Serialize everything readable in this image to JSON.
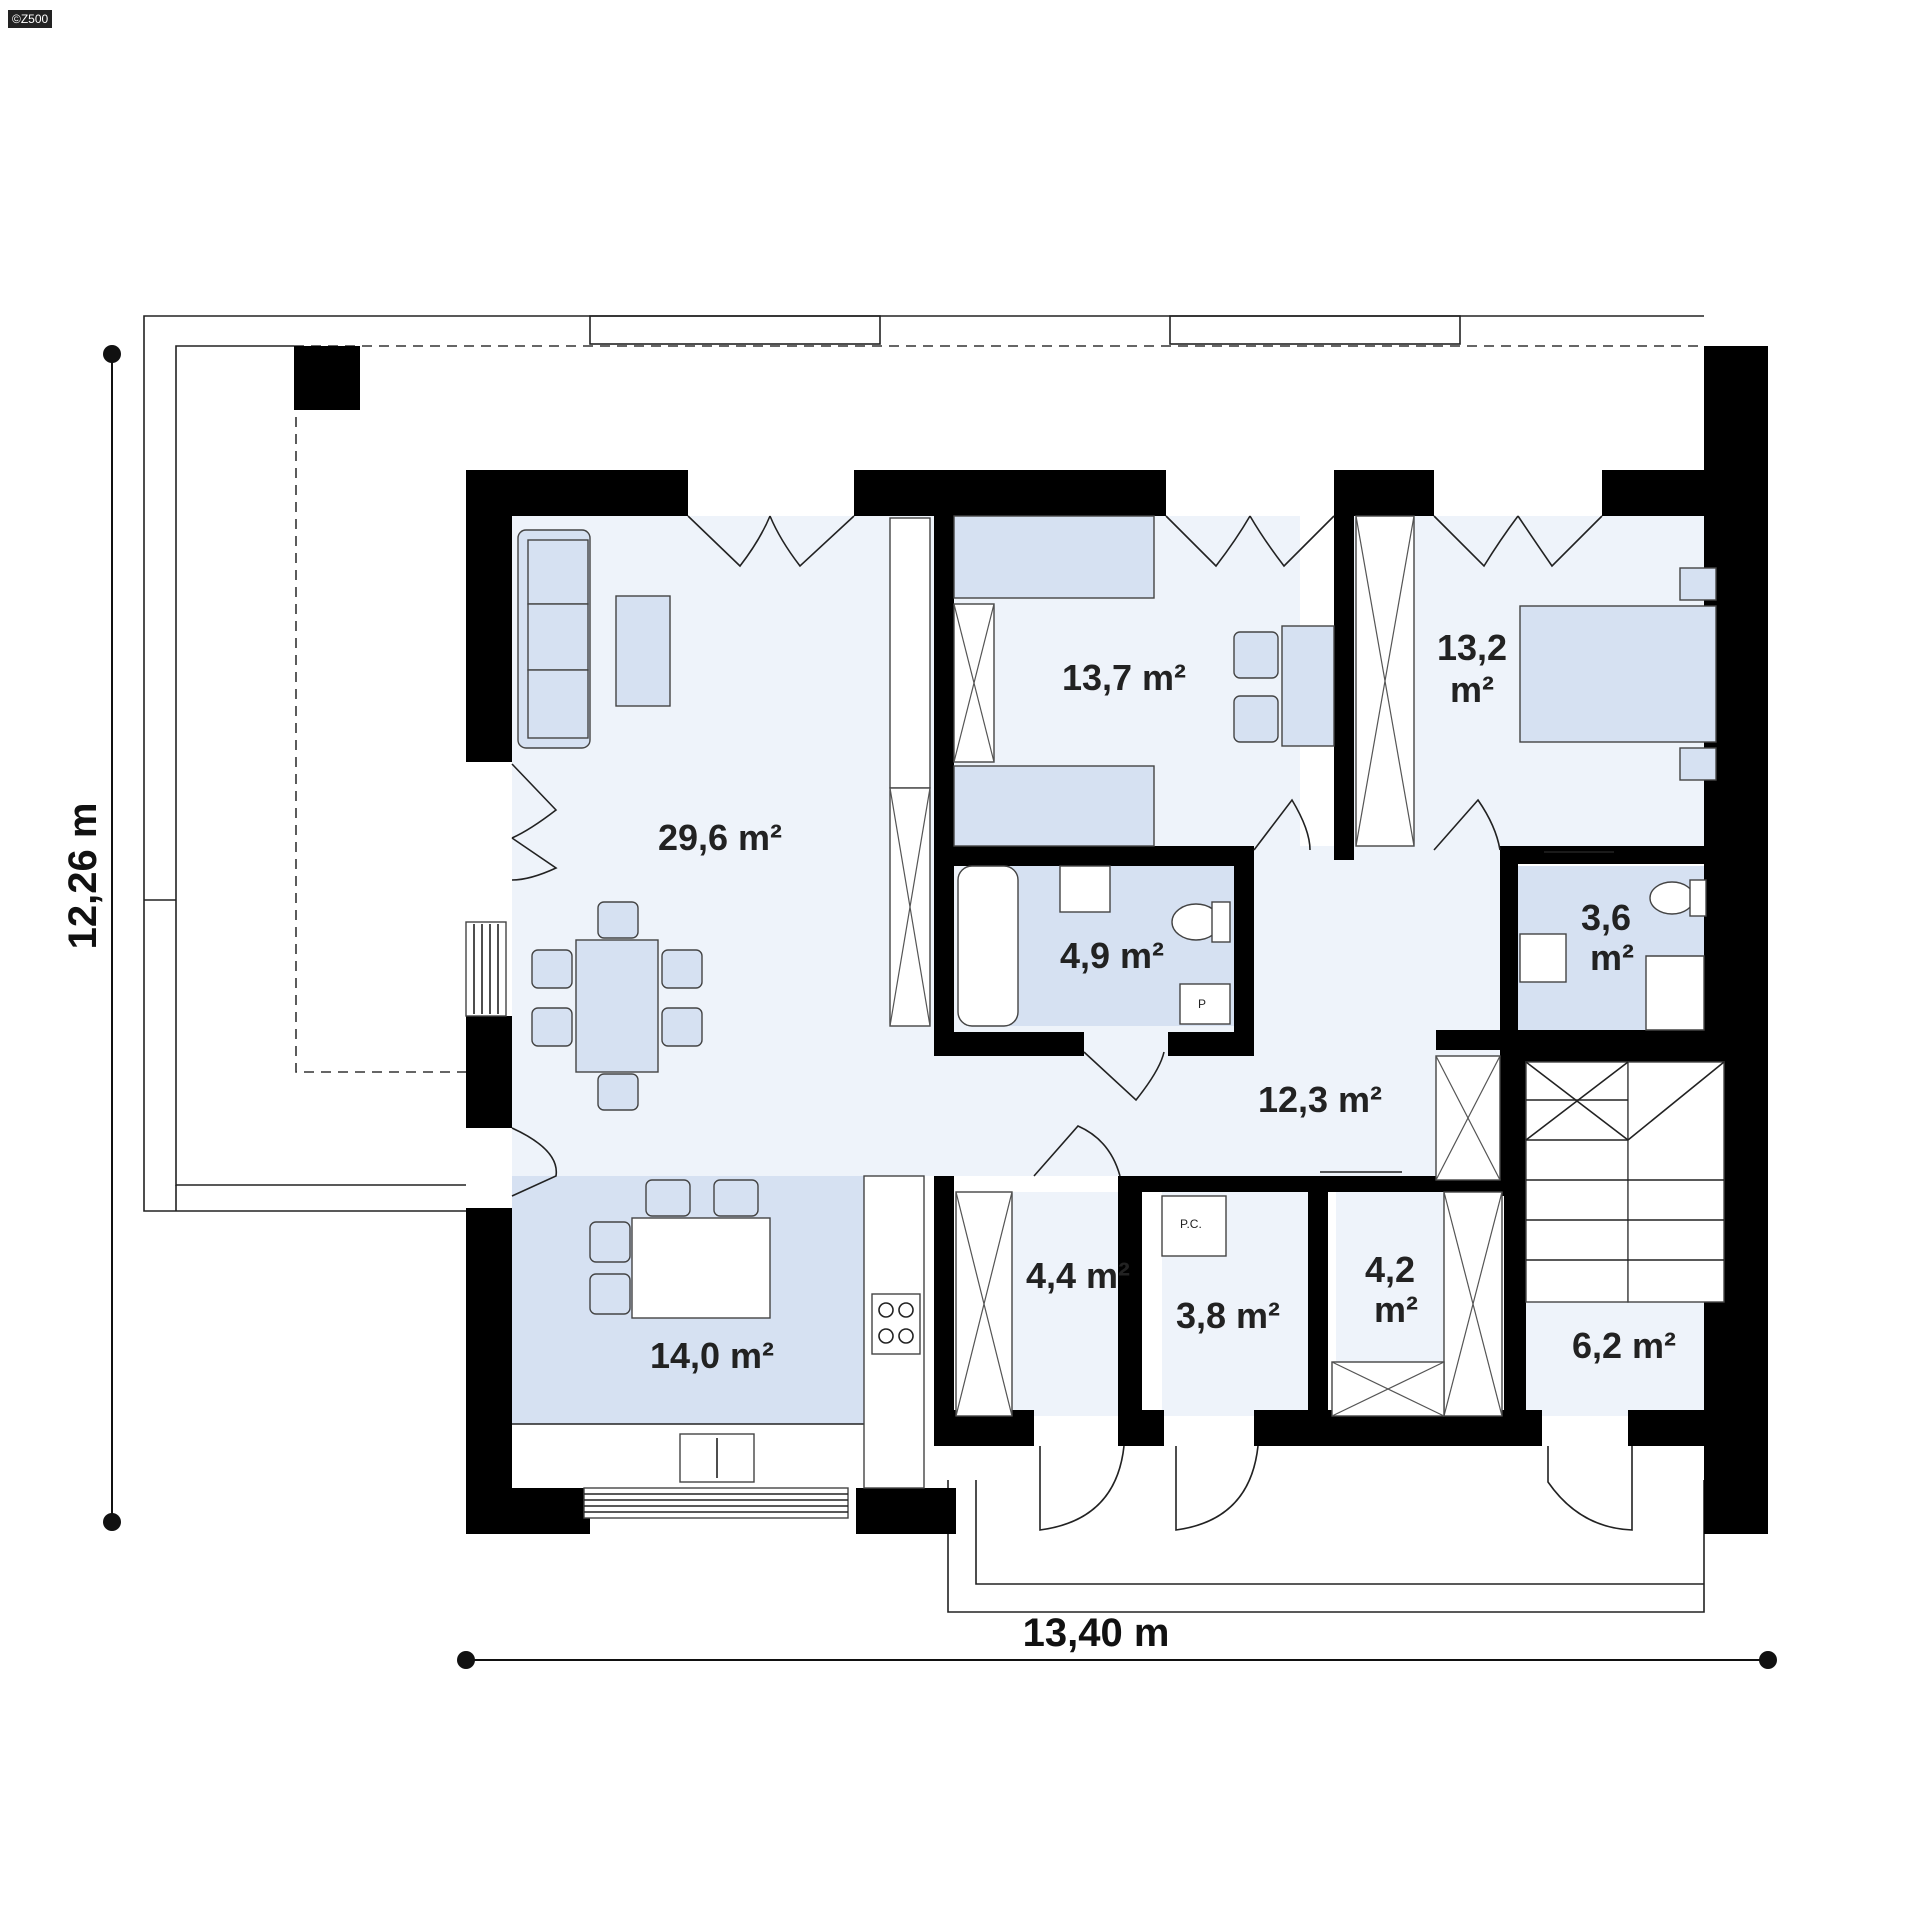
{
  "copyright": "©Z500",
  "dimensions": {
    "width_label": "13,40 m",
    "height_label": "12,26 m"
  },
  "rooms": [
    {
      "id": "living",
      "area_label": "29,6 m²"
    },
    {
      "id": "kitchen",
      "area_label": "14,0 m²"
    },
    {
      "id": "bedroom-1",
      "area_label": "13,7 m²"
    },
    {
      "id": "bedroom-2",
      "area_label_line1": "13,2",
      "area_label_line2": "m²"
    },
    {
      "id": "bathroom",
      "area_label": "4,9 m²"
    },
    {
      "id": "shower-room",
      "area_label_line1": "3,6",
      "area_label_line2": "m²"
    },
    {
      "id": "hall",
      "area_label": "12,3 m²"
    },
    {
      "id": "storage-1",
      "area_label": "4,4 m²"
    },
    {
      "id": "boiler-room",
      "area_label": "3,8 m²"
    },
    {
      "id": "storage-2",
      "area_label_line1": "4,2",
      "area_label_line2": "m²"
    },
    {
      "id": "stairs-room",
      "area_label": "6,2 m²"
    }
  ],
  "fixture_labels": {
    "boiler": "P.C.",
    "box": "P"
  },
  "colors": {
    "wall": "#000000",
    "floor_light": "#eef3fa",
    "kitchen_floor": "#d6e1f2",
    "furniture": "#d6e1f2"
  },
  "icons": [
    "sofa-icon",
    "bed-icon",
    "table-icon",
    "chair-icon",
    "bathtub-icon",
    "toilet-icon",
    "sink-icon",
    "shower-icon",
    "stove-icon",
    "stairs-icon",
    "wardrobe-icon",
    "door-swing-icon"
  ]
}
